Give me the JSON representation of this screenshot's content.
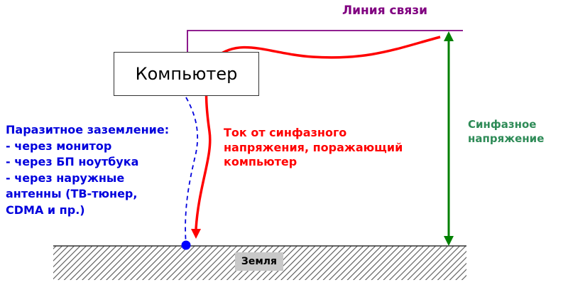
{
  "labels": {
    "communication_line": "Линия связи",
    "computer": "Компьютер",
    "parasitic_grounding": "Паразитное заземление:\n- через монитор\n- через БП ноутбука\n- через наружные\nантенны (ТВ-тюнер,\nCDMA и пр.)",
    "common_mode_current": "Ток от синфазного\nнапряжения, поражающий\nкомпьютер",
    "common_mode_voltage": "Синфазное\nнапряжение",
    "ground": "Земля"
  },
  "colors": {
    "communication_line": "#800080",
    "current_path": "#ff0000",
    "parasitic_path": "#0000dd",
    "voltage_arrow": "#008000",
    "voltage_text": "#2e8b57",
    "ground_hatch": "#555555",
    "ground_label_bg": "#c8c8c8"
  }
}
